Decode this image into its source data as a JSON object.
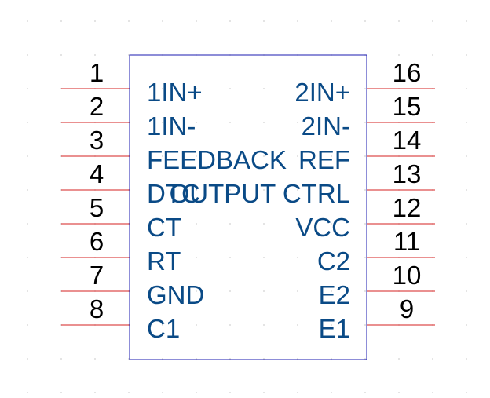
{
  "component": {
    "left_pins": [
      {
        "number": "1",
        "name": "1IN+"
      },
      {
        "number": "2",
        "name": "1IN-"
      },
      {
        "number": "3",
        "name": "FEEDBACK"
      },
      {
        "number": "4",
        "name": "DTC"
      },
      {
        "number": "5",
        "name": "CT"
      },
      {
        "number": "6",
        "name": "RT"
      },
      {
        "number": "7",
        "name": "GND"
      },
      {
        "number": "8",
        "name": "C1"
      }
    ],
    "right_pins": [
      {
        "number": "16",
        "name": "2IN+"
      },
      {
        "number": "15",
        "name": "2IN-"
      },
      {
        "number": "14",
        "name": "REF"
      },
      {
        "number": "13",
        "name": "OUTPUT CTRL"
      },
      {
        "number": "12",
        "name": "VCC"
      },
      {
        "number": "11",
        "name": "C2"
      },
      {
        "number": "10",
        "name": "E2"
      },
      {
        "number": "9",
        "name": "E1"
      }
    ]
  },
  "colors": {
    "body_outline": "#1b1bb0",
    "pin_line": "#d62020",
    "pin_name_text": "#0a4a86",
    "pin_number_text": "#000000",
    "grid_dot": "#d0d0d0"
  }
}
